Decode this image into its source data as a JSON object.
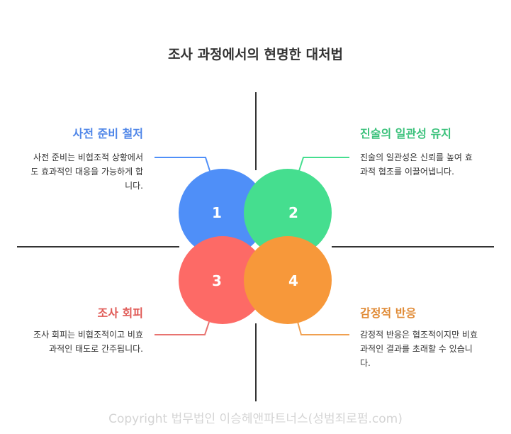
{
  "title": "조사 과정에서의 현명한 대처법",
  "quadrants": [
    {
      "number": "1",
      "heading": "사전 준비 철저",
      "description": "사전 준비는 비협조적 상황에서도 효과적인 대응을 가능하게 합니다.",
      "color": "#4F8FF8",
      "heading_color": "#4F86E8"
    },
    {
      "number": "2",
      "heading": "진술의 일관성 유지",
      "description": "진술의 일관성은 신뢰를 높여 효과적 협조를 이끌어냅니다.",
      "color": "#45DE8F",
      "heading_color": "#3CC27C"
    },
    {
      "number": "3",
      "heading": "조사 회피",
      "description": "조사 회피는 비협조적이고 비효과적인 태도로 간주됩니다.",
      "color": "#FD6A66",
      "heading_color": "#E05A56"
    },
    {
      "number": "4",
      "heading": "감정적 반응",
      "description": "감정적 반응은 협조적이지만 비효과적인 결과를 초래할 수 있습니다.",
      "color": "#F7983A",
      "heading_color": "#E08A35"
    }
  ],
  "copyright": "Copyright 법무법인 이승헤앤파트너스(성범죄로펌.com)"
}
